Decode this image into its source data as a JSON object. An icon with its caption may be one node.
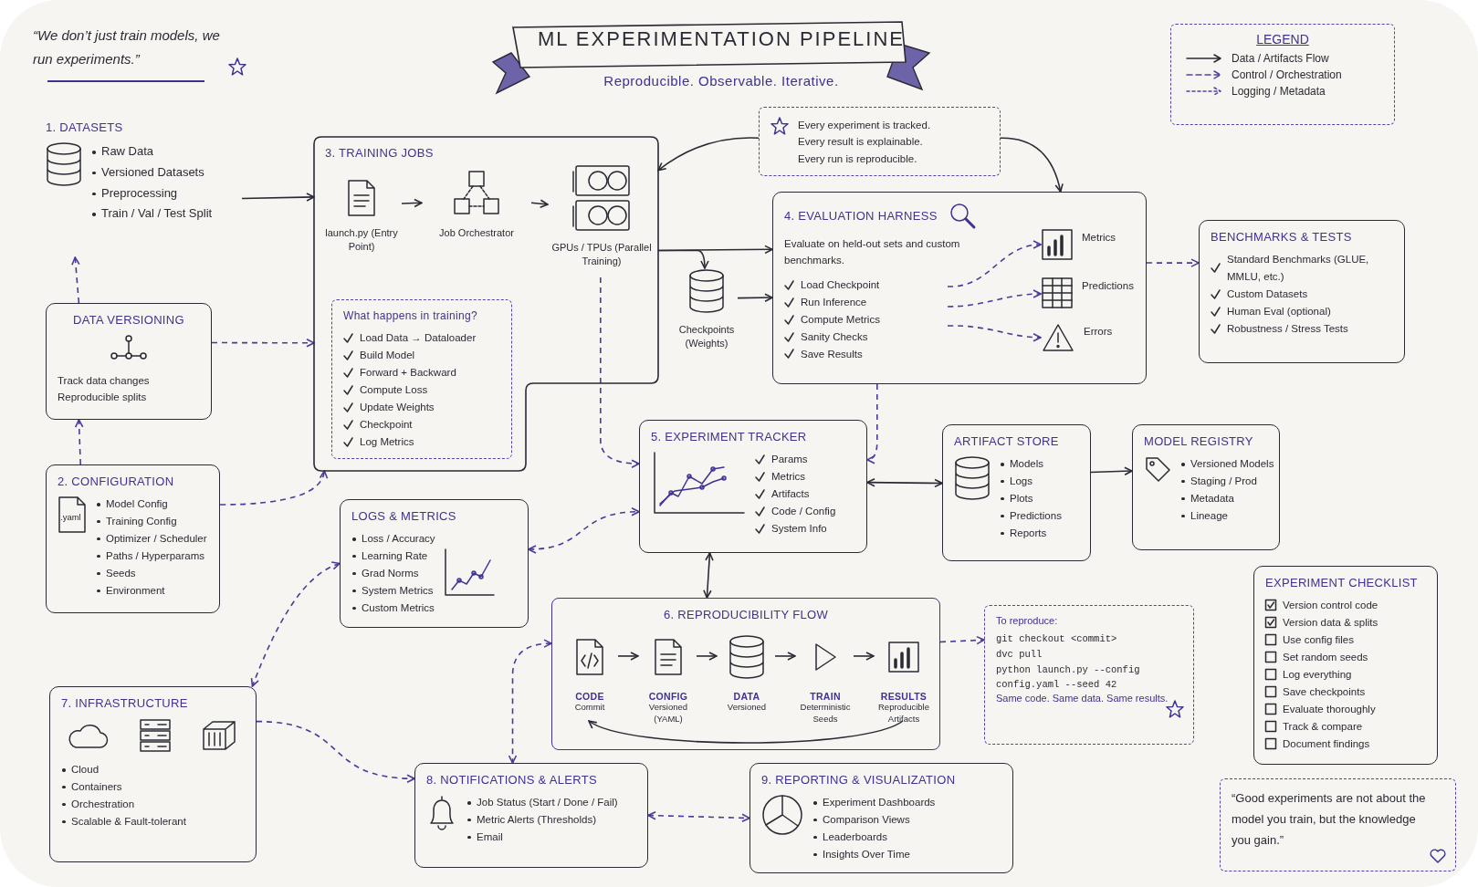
{
  "diagram": {
    "title": "ML EXPERIMENTATION PIPELINE",
    "nodes": [
      {
        "text": [
          "1. DATASETS",
          "Raw Data",
          "Versioned Datasets",
          "Preprocessing",
          "Train / Val / Test Split"
        ]
      },
      {
        "text": [
          "DATA VERSIONING",
          "Track data changes",
          "Reproducible splits"
        ]
      },
      {
        "text": [
          "2. CONFIGURATION",
          ".yaml",
          "Model Config",
          "Training Config",
          "Optimizer / Scheduler",
          "Paths / Hyperparams",
          "Seeds",
          "Environment"
        ]
      },
      {
        "text": [
          "3. TRAINING JOBS"
        ]
      },
      {
        "text": [
          "launch.py (Entry Point)"
        ],
        "in": 3
      },
      {
        "text": [
          "Job Orchestrator"
        ],
        "in": 3
      },
      {
        "text": [
          "GPUs / TPUs (Parallel Training)"
        ],
        "in": 3
      },
      {
        "text": [
          "What happens in training?",
          "Load Data → Dataloader",
          "Build Model",
          "Forward + Backward",
          "Compute Loss",
          "Update Weights",
          "Checkpoint",
          "Log Metrics"
        ],
        "in": 3
      },
      {
        "text": [
          "Checkpoints (Weights)"
        ]
      },
      {
        "text": [
          "Every experiment is tracked.",
          "Every result is explainable.",
          "Every run is reproducible."
        ]
      },
      {
        "text": [
          "4. EVALUATION HARNESS",
          "Evaluate on held-out sets and custom benchmarks.",
          "Load Checkpoint",
          "Run Inference",
          "Compute Metrics",
          "Sanity Checks",
          "Save Results"
        ]
      },
      {
        "text": [
          "Metrics"
        ],
        "in": 10
      },
      {
        "text": [
          "Predictions"
        ],
        "in": 10
      },
      {
        "text": [
          "Errors"
        ],
        "in": 10
      },
      {
        "text": [
          "BENCHMARKS & TESTS",
          "Standard Benchmarks (GLUE, MMLU, etc.)",
          "Custom Datasets",
          "Human Eval (optional)",
          "Robustness / Stress Tests"
        ]
      },
      {
        "text": [
          "5. EXPERIMENT TRACKER",
          "Params",
          "Metrics",
          "Artifacts",
          "Code / Config",
          "System Info"
        ]
      },
      {
        "text": [
          "ARTIFACT STORE",
          "Models",
          "Logs",
          "Plots",
          "Predictions",
          "Reports"
        ]
      },
      {
        "text": [
          "MODEL REGISTRY",
          "Versioned Models",
          "Staging / Prod",
          "Metadata",
          "Lineage"
        ]
      },
      {
        "text": [
          "LOGS & METRICS",
          "Loss / Accuracy",
          "Learning Rate",
          "Grad Norms",
          "System Metrics",
          "Custom Metrics"
        ]
      },
      {
        "text": [
          "6. REPRODUCIBILITY FLOW"
        ]
      },
      {
        "text": [
          "CODE",
          "Commit"
        ],
        "in": 19
      },
      {
        "text": [
          "CONFIG",
          "Versioned (YAML)"
        ],
        "in": 19
      },
      {
        "text": [
          "DATA",
          "Versioned"
        ],
        "in": 19
      },
      {
        "text": [
          "TRAIN",
          "Deterministic Seeds"
        ],
        "in": 19
      },
      {
        "text": [
          "RESULTS",
          "Reproducible Artifacts"
        ],
        "in": 19
      },
      {
        "text": [
          "To reproduce:",
          "git checkout <commit>",
          "dvc pull",
          "python launch.py --config config.yaml --seed 42",
          "Same code. Same data. Same results."
        ]
      },
      {
        "text": [
          "EXPERIMENT CHECKLIST",
          "Version control code",
          "Version data & splits",
          "Use config files",
          "Set random seeds",
          "Log everything",
          "Save checkpoints",
          "Evaluate thoroughly",
          "Track & compare",
          "Document findings"
        ]
      },
      {
        "text": [
          "“Good experiments are not about the model you train, but the knowledge you gain.”"
        ]
      },
      {
        "text": [
          "7. INFRASTRUCTURE",
          "Cloud",
          "Containers",
          "Orchestration",
          "Scalable & Fault-tolerant"
        ]
      },
      {
        "text": [
          "8. NOTIFICATIONS & ALERTS",
          "Job Status (Start / Done / Fail)",
          "Metric Alerts (Thresholds)",
          "Email"
        ]
      },
      {
        "text": [
          "9. REPORTING & VISUALIZATION",
          "Experiment Dashboards",
          "Comparison Views",
          "Leaderboards",
          "Insights Over Time"
        ]
      }
    ],
    "edges": [
      {
        "from": 0,
        "to": 3,
        "arrow": "to"
      },
      {
        "from": 1,
        "to": 0,
        "arrow": "to",
        "style": "dashed",
        "color": "#4b3a9a"
      },
      {
        "from": 2,
        "to": 1,
        "arrow": "to",
        "style": "dashed",
        "color": "#4b3a9a"
      },
      {
        "from": 1,
        "to": 3,
        "arrow": "to",
        "style": "dashed",
        "color": "#4b3a9a"
      },
      {
        "from": 2,
        "to": 3,
        "arrow": "to",
        "style": "dashed",
        "color": "#4b3a9a"
      },
      {
        "from": 4,
        "to": 5,
        "arrow": "to"
      },
      {
        "from": 5,
        "to": 6,
        "arrow": "to"
      },
      {
        "from": 3,
        "to": 8,
        "arrow": "to"
      },
      {
        "from": 3,
        "to": 10,
        "arrow": "to"
      },
      {
        "from": 8,
        "to": 10,
        "arrow": "to"
      },
      {
        "from": 9,
        "to": 3,
        "arrow": "to"
      },
      {
        "from": 9,
        "to": 10,
        "arrow": "to"
      },
      {
        "from": null,
        "to": 11,
        "arrow": "to",
        "style": "dashed",
        "color": "#4b3a9a"
      },
      {
        "from": null,
        "to": 12,
        "arrow": "to",
        "style": "dashed",
        "color": "#4b3a9a"
      },
      {
        "from": null,
        "to": 13,
        "arrow": "to",
        "style": "dashed",
        "color": "#4b3a9a"
      },
      {
        "from": 10,
        "to": 14,
        "arrow": "to",
        "style": "dashed",
        "color": "#4b3a9a"
      },
      {
        "from": 6,
        "to": 15,
        "arrow": "to",
        "style": "dashed",
        "color": "#4b3a9a"
      },
      {
        "from": 10,
        "to": 15,
        "arrow": "to",
        "style": "dashed",
        "color": "#4b3a9a"
      },
      {
        "from": 15,
        "to": 16,
        "arrow": "both"
      },
      {
        "from": 16,
        "to": 17,
        "arrow": "to"
      },
      {
        "from": 18,
        "to": 15,
        "arrow": "both",
        "style": "dashed",
        "color": "#4b3a9a"
      },
      {
        "from": 15,
        "to": 19,
        "arrow": "both"
      },
      {
        "from": 18,
        "to": 28,
        "arrow": "both",
        "style": "dashed",
        "color": "#4b3a9a"
      },
      {
        "from": 19,
        "to": 29,
        "arrow": "both",
        "style": "dashed",
        "color": "#4b3a9a"
      },
      {
        "from": 19,
        "to": 25,
        "arrow": "to",
        "style": "dashed",
        "color": "#4b3a9a"
      },
      {
        "from": 28,
        "to": 29,
        "arrow": "to",
        "style": "dashed",
        "color": "#4b3a9a"
      },
      {
        "from": 29,
        "to": 30,
        "arrow": "both",
        "style": "dashed",
        "color": "#4b3a9a"
      },
      {
        "from": 20,
        "to": 21,
        "arrow": "to"
      },
      {
        "from": 21,
        "to": 22,
        "arrow": "to"
      },
      {
        "from": 22,
        "to": 23,
        "arrow": "to"
      },
      {
        "from": 23,
        "to": 24,
        "arrow": "to"
      },
      {
        "from": 24,
        "to": 20,
        "arrow": "to"
      }
    ],
    "labels": [
      "“We don’t just train models, we run experiments.”",
      "Reproducible. Observable. Iterative.",
      "LEGEND"
    ],
    "legend": [
      {
        "text": "Data / Artifacts Flow"
      },
      {
        "text": "Control / Orchestration"
      },
      {
        "text": "Logging / Metadata"
      }
    ]
  }
}
